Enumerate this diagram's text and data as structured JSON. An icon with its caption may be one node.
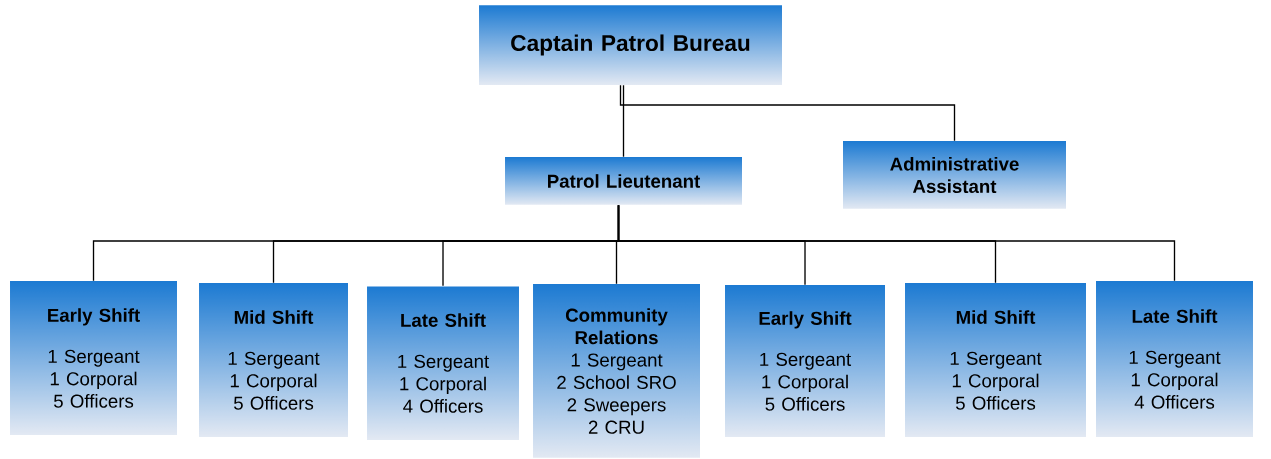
{
  "diagram": {
    "nodes": [
      {
        "text": [
          "Captain Patrol Bureau"
        ]
      },
      {
        "text": [
          "Patrol Lieutenant"
        ]
      },
      {
        "text": [
          "Administrative Assistant"
        ]
      },
      {
        "text": [
          "Early Shift",
          "1 Sergeant",
          "1 Corporal",
          "5 Officers"
        ]
      },
      {
        "text": [
          "Mid Shift",
          "1 Sergeant",
          "1 Corporal",
          "5 Officers"
        ]
      },
      {
        "text": [
          "Late Shift",
          "1 Sergeant",
          "1 Corporal",
          "4 Officers"
        ]
      },
      {
        "text": [
          "Community Relations",
          "1 Sergeant",
          "2 School SRO",
          "2 Sweepers",
          "2 CRU"
        ]
      },
      {
        "text": [
          "Early Shift",
          "1 Sergeant",
          "1 Corporal",
          "5 Officers"
        ]
      },
      {
        "text": [
          "Mid Shift",
          "1 Sergeant",
          "1 Corporal",
          "5 Officers"
        ]
      },
      {
        "text": [
          "Late Shift",
          "1 Sergeant",
          "1 Corporal",
          "4 Officers"
        ]
      }
    ],
    "edges": [
      {
        "from": 0,
        "to": 1,
        "arrow": "none"
      },
      {
        "from": 0,
        "to": 2,
        "arrow": "none"
      },
      {
        "from": 1,
        "to": 3,
        "arrow": "none"
      },
      {
        "from": 1,
        "to": 4,
        "arrow": "none"
      },
      {
        "from": 1,
        "to": 5,
        "arrow": "none"
      },
      {
        "from": 1,
        "to": 6,
        "arrow": "none"
      },
      {
        "from": 1,
        "to": 7,
        "arrow": "none"
      },
      {
        "from": 1,
        "to": 8,
        "arrow": "none"
      },
      {
        "from": 1,
        "to": 9,
        "arrow": "none"
      }
    ]
  }
}
